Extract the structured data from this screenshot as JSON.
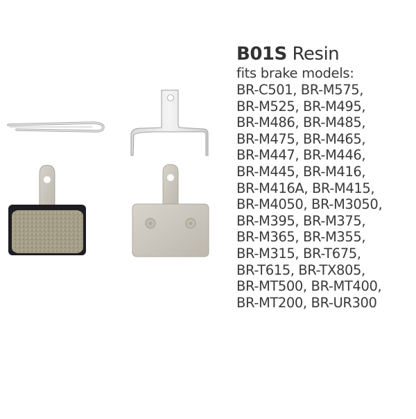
{
  "product": {
    "code": "B01S",
    "material": "Resin",
    "subtitle": "fits brake models:",
    "model_lines": [
      "BR-C501, BR-M575,",
      "BR-M525, BR-M495,",
      "BR-M486, BR-M485,",
      "BR-M475, BR-M465,",
      "BR-M447, BR-M446,",
      "BR-M445, BR-M416,",
      "BR-M416A, BR-M415,",
      "BR-M4050, BR-M3050,",
      "BR-M395, BR-M375,",
      "BR-M365, BR-M355,",
      "BR-M315, BR-T675,",
      "BR-T615, BR-TX805,",
      "BR-MT500, BR-MT400,",
      "BR-MT200, BR-UR300"
    ]
  },
  "images": {
    "items": [
      "cotter-pin",
      "pad-spring",
      "brake-pad-front",
      "brake-pad-back"
    ]
  }
}
